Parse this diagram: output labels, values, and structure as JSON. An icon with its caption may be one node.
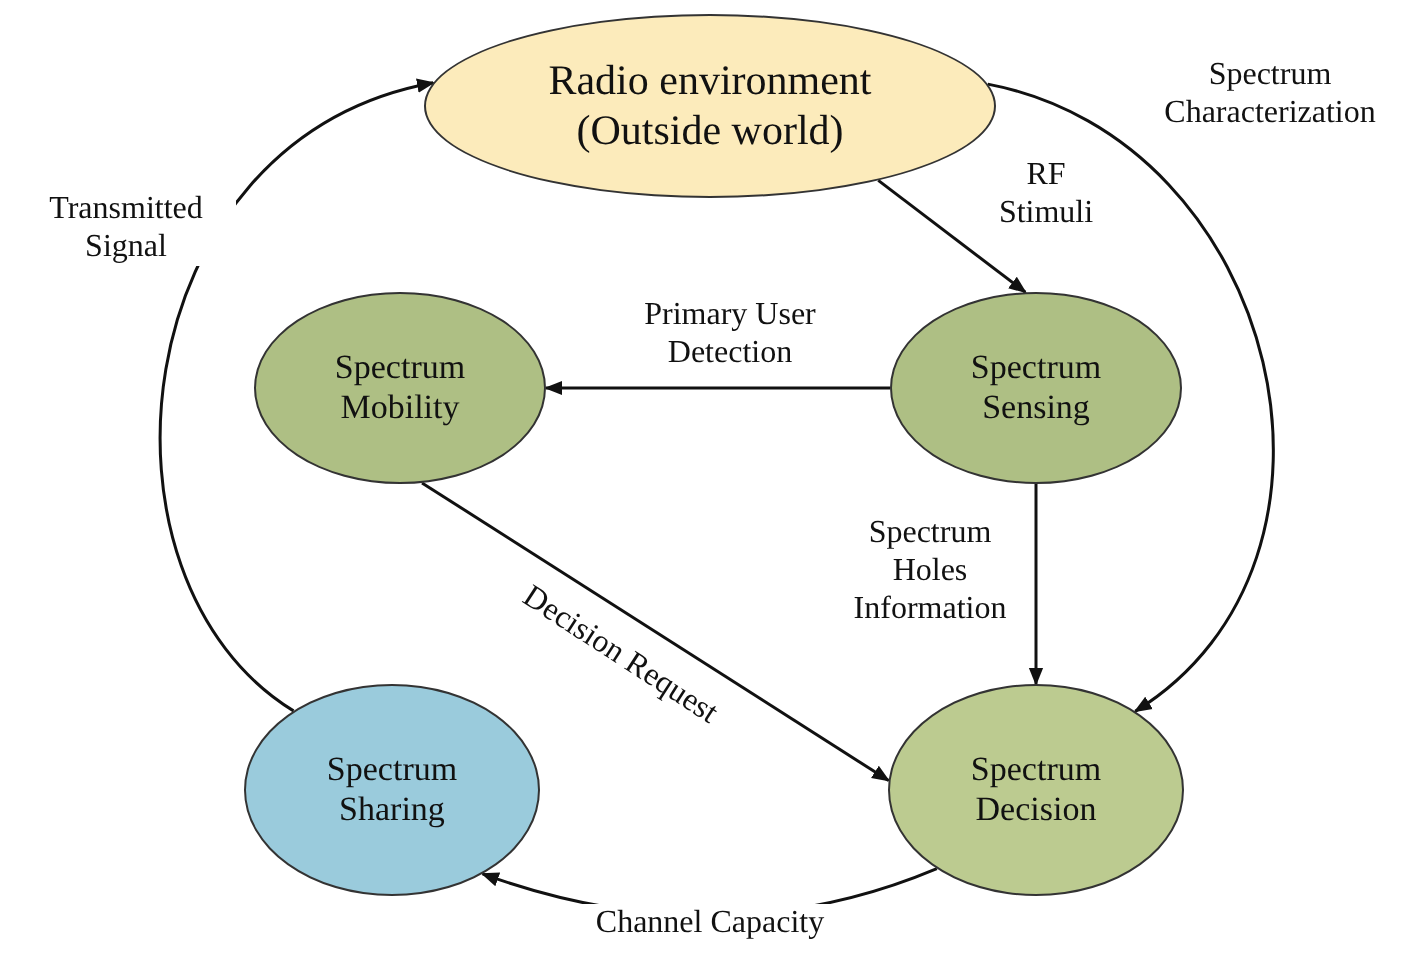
{
  "diagram": {
    "nodes": [
      {
        "text": [
          "Radio environment (Outside world)"
        ]
      },
      {
        "text": [
          "Spectrum Mobility"
        ]
      },
      {
        "text": [
          "Spectrum Sensing"
        ]
      },
      {
        "text": [
          "Spectrum Sharing"
        ]
      },
      {
        "text": [
          "Spectrum Decision"
        ]
      }
    ],
    "edges": [
      {
        "from": 0,
        "to": 2,
        "arrow": "to",
        "label": "RF Stimuli"
      },
      {
        "from": 2,
        "to": 1,
        "arrow": "to",
        "label": "Primary User Detection"
      },
      {
        "from": 2,
        "to": 4,
        "arrow": "to",
        "label": "Spectrum Holes Information"
      },
      {
        "from": 1,
        "to": 4,
        "arrow": "to",
        "label": "Decision Request"
      },
      {
        "from": 0,
        "to": 4,
        "arrow": "to",
        "label": "Spectrum Characterization"
      },
      {
        "from": 4,
        "to": 3,
        "arrow": "to",
        "label": "Channel Capacity"
      },
      {
        "from": 3,
        "to": 0,
        "arrow": "to",
        "label": "Transmitted Signal"
      }
    ]
  }
}
